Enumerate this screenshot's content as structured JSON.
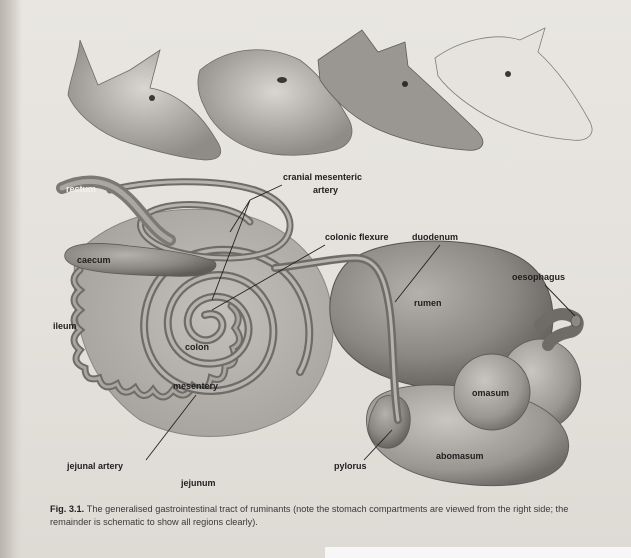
{
  "figure": {
    "labels": {
      "caecum": "caecum",
      "rectum": "rectum",
      "cranial_mesenteric_1": "cranial mesenteric",
      "cranial_mesenteric_2": "artery",
      "colonic_flexure": "colonic flexure",
      "duodenum": "duodenum",
      "oesophagus": "oesophagus",
      "rumen": "rumen",
      "ileum": "ileum",
      "colon": "colon",
      "mesentery": "mesentery",
      "omasum": "omasum",
      "abomasum": "abomasum",
      "pylorus": "pylorus",
      "jejunal_artery": "jejunal artery",
      "jejunum": "jejunum"
    }
  },
  "caption": {
    "number": "Fig. 3.1.",
    "text": "The generalised gastrointestinal tract of ruminants (note the stomach compartments are viewed from the right side; the remainder is schematic to show all regions clearly)."
  }
}
